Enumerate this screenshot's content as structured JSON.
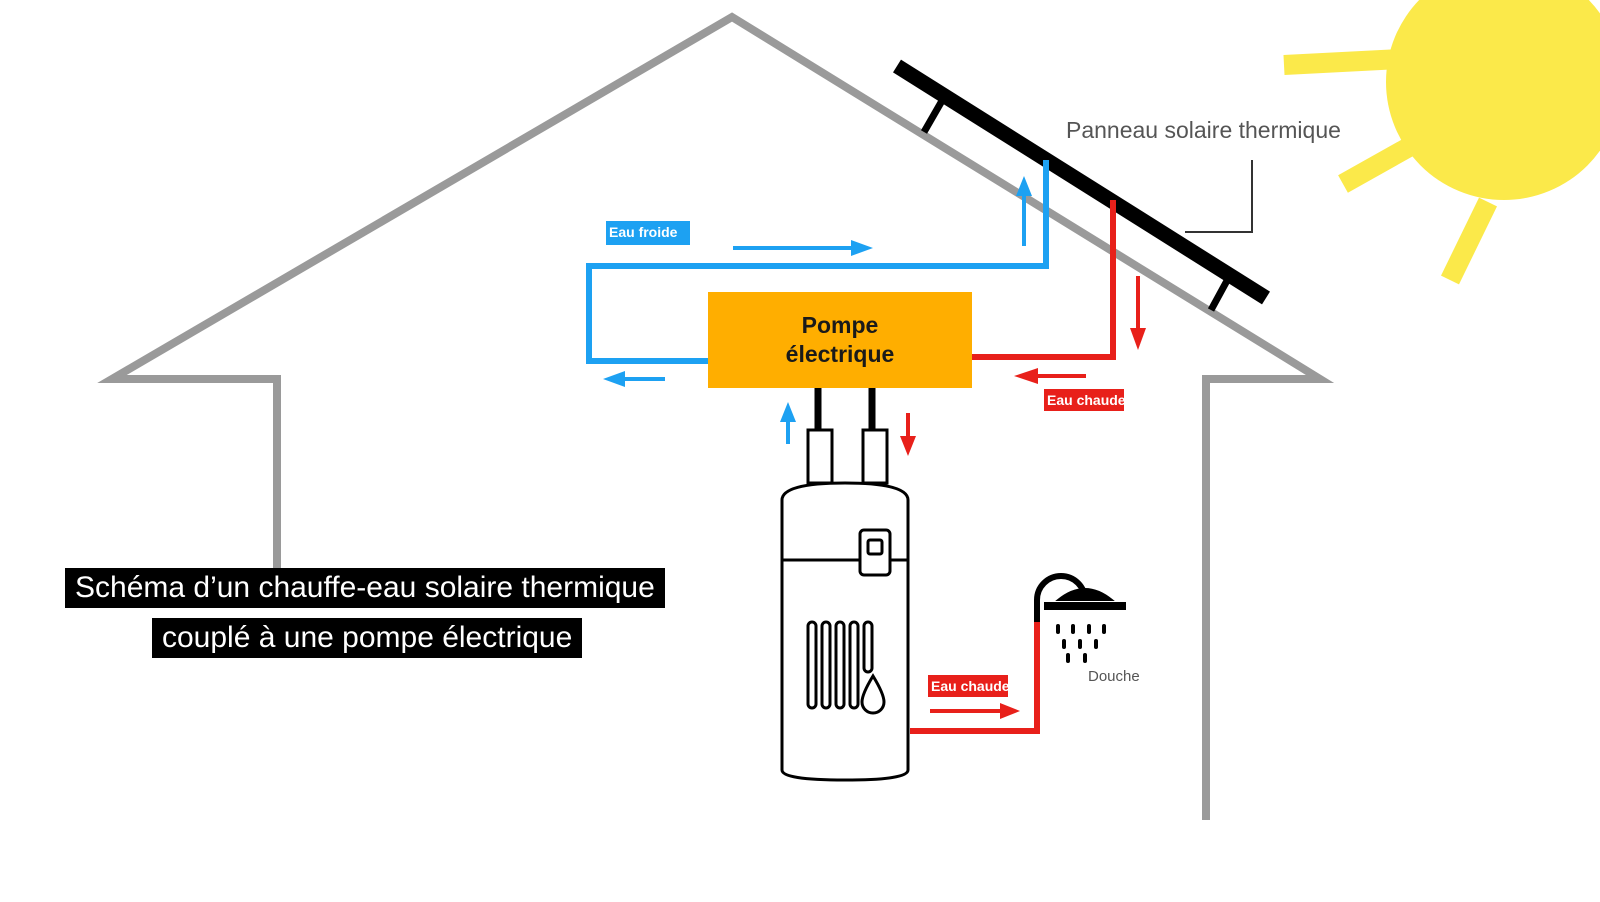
{
  "colors": {
    "house_outline": "#9a9a9a",
    "cold_water": "#1da1f2",
    "hot_water": "#e8201a",
    "pump": "#ffae00",
    "sun": "#fbe94a",
    "panel": "#000000",
    "tank": "#000000"
  },
  "labels": {
    "cold_water_tag": "Eau froide",
    "hot_water_tag_roof": "Eau chaude",
    "hot_water_tag_shower": "Eau chaude",
    "solar_panel": "Panneau solaire thermique",
    "shower": "Douche",
    "pump_line1": "Pompe",
    "pump_line2": "électrique"
  },
  "caption": {
    "line1": "Schéma d’un chauffe-eau solaire thermique",
    "line2": "couplé à une pompe électrique"
  },
  "icons": [
    "sun-icon",
    "solar-panel-icon",
    "water-heater-icon",
    "shower-icon",
    "water-drop-icon"
  ]
}
